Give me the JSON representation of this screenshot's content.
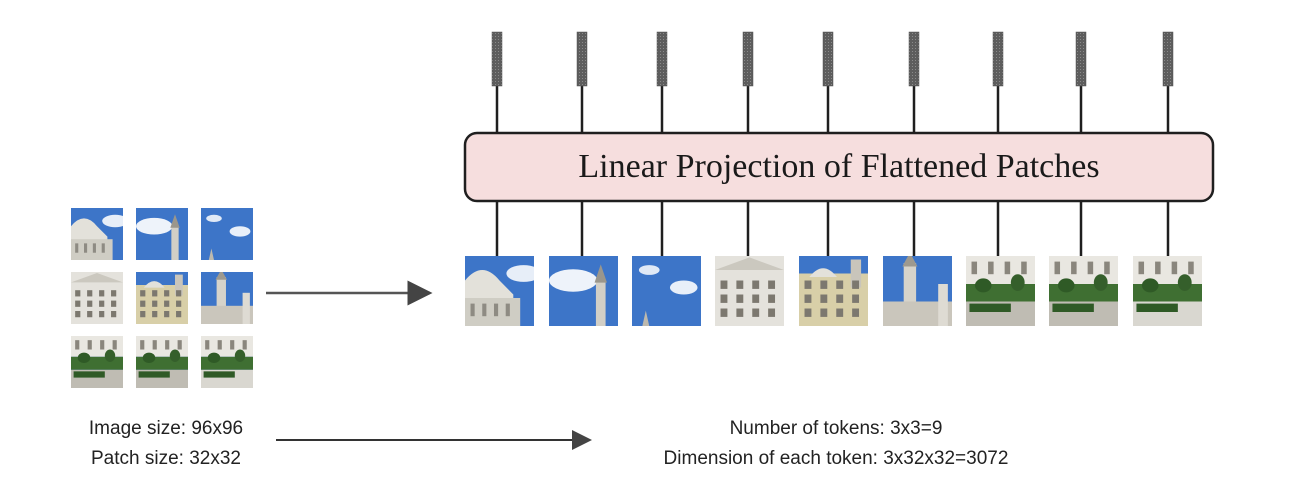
{
  "projection": {
    "label": "Linear Projection of Flattened Patches"
  },
  "image_info": {
    "image_size": "Image size: 96x96",
    "patch_size": "Patch size: 32x32"
  },
  "token_info": {
    "num_tokens": "Number of tokens: 3x3=9",
    "token_dim": "Dimension of each token: 3x32x32=3072"
  },
  "colors": {
    "projection_fill": "#f6dede",
    "projection_stroke": "#1f1f1f",
    "token_bar": "#6b6b6b",
    "arrow": "#444444",
    "sky": "#3d75c8",
    "building": "#dcdad2",
    "grass": "#3f6f32"
  },
  "patches": [
    {
      "id": 1,
      "kind": "building-dome"
    },
    {
      "id": 2,
      "kind": "sky-tower"
    },
    {
      "id": 3,
      "kind": "sky-tower-tip"
    },
    {
      "id": 4,
      "kind": "facade"
    },
    {
      "id": 5,
      "kind": "facade-yellow"
    },
    {
      "id": 6,
      "kind": "tower-sky"
    },
    {
      "id": 7,
      "kind": "garden"
    },
    {
      "id": 8,
      "kind": "garden"
    },
    {
      "id": 9,
      "kind": "garden-path"
    }
  ]
}
